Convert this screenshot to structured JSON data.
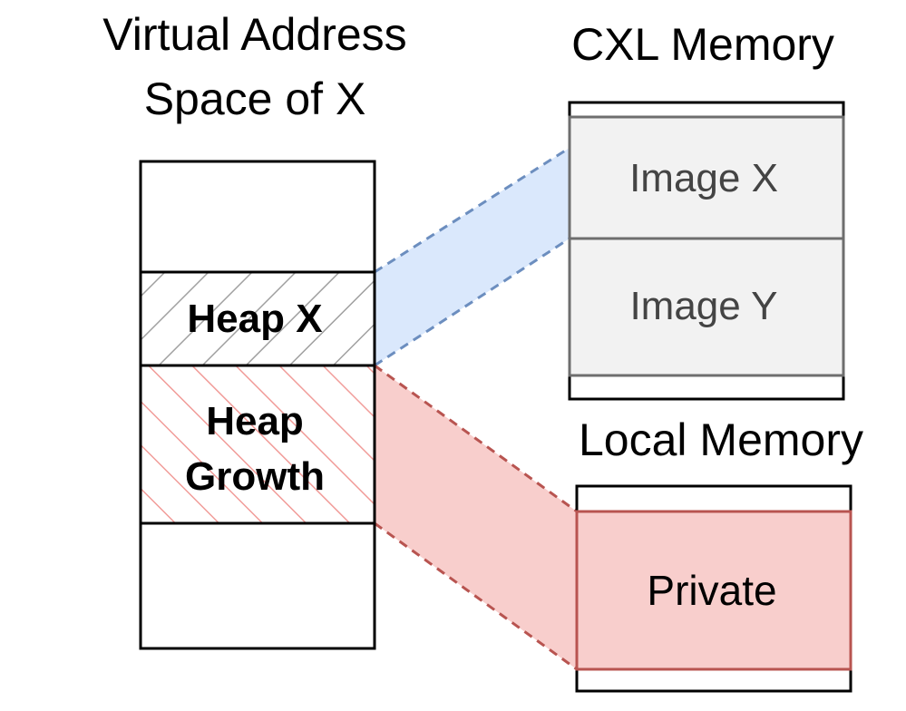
{
  "virtual": {
    "title_line1": "Virtual Address",
    "title_line2": "Space of X",
    "heap_x": "Heap X",
    "heap_growth_line1": "Heap",
    "heap_growth_line2": "Growth"
  },
  "cxl": {
    "title": "CXL Memory",
    "image_x": "Image X",
    "image_y": "Image Y"
  },
  "local": {
    "title": "Local Memory",
    "private": "Private"
  },
  "colors": {
    "cxl_fill": "#f2f2f2",
    "cxl_border": "#6e6e6e",
    "blue_band": "#dae8fc",
    "blue_dash": "#6c8ebf",
    "red_band": "#f8cecc",
    "red_dash": "#b85450",
    "red_hatch": "#f19c99",
    "gray_hatch": "#a0a0a0"
  }
}
